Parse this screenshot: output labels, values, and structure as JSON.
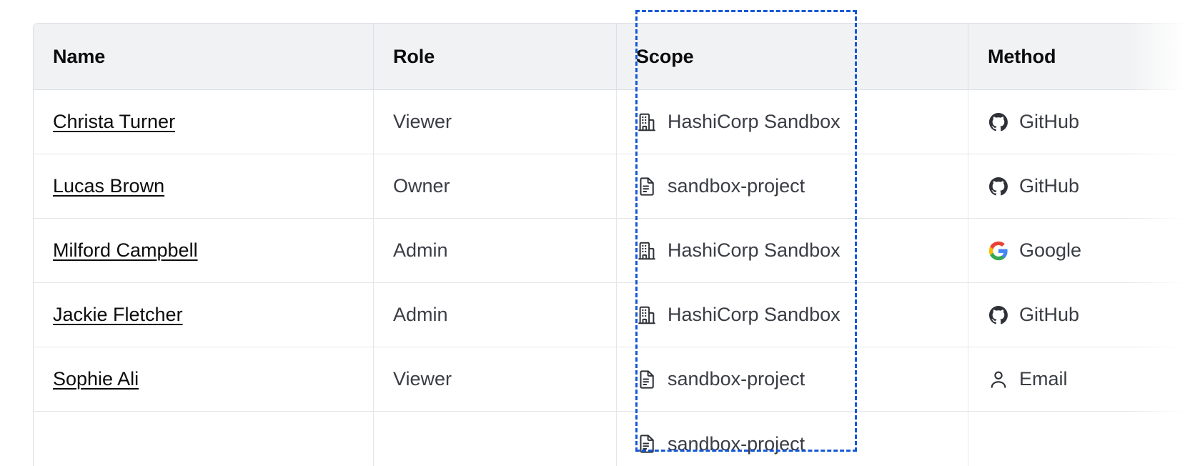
{
  "table": {
    "columns": [
      {
        "key": "name",
        "label": "Name"
      },
      {
        "key": "role",
        "label": "Role"
      },
      {
        "key": "scope",
        "label": "Scope"
      },
      {
        "key": "method",
        "label": "Method"
      }
    ],
    "rows": [
      {
        "name": "Christa Turner",
        "role": "Viewer",
        "scope": "HashiCorp Sandbox",
        "scope_icon": "organization-building-icon",
        "method": "GitHub",
        "method_icon": "github-icon"
      },
      {
        "name": "Lucas Brown",
        "role": "Owner",
        "scope": "sandbox-project",
        "scope_icon": "project-document-icon",
        "method": "GitHub",
        "method_icon": "github-icon"
      },
      {
        "name": "Milford Campbell",
        "role": "Admin",
        "scope": "HashiCorp Sandbox",
        "scope_icon": "organization-building-icon",
        "method": "Google",
        "method_icon": "google-icon"
      },
      {
        "name": "Jackie Fletcher",
        "role": "Admin",
        "scope": "HashiCorp Sandbox",
        "scope_icon": "organization-building-icon",
        "method": "GitHub",
        "method_icon": "github-icon"
      },
      {
        "name": "Sophie Ali",
        "role": "Viewer",
        "scope": "sandbox-project",
        "scope_icon": "project-document-icon",
        "method": "Email",
        "method_icon": "user-person-icon"
      },
      {
        "name": "",
        "role": "",
        "scope": "sandbox-project",
        "scope_icon": "project-document-icon",
        "method": "",
        "method_icon": ""
      }
    ]
  },
  "highlight": {
    "target_column": "Scope",
    "style": "dashed",
    "color": "#1558d6"
  },
  "colors": {
    "header_bg": "#f1f2f3",
    "border": "#dcdfe5",
    "row_border": "#e4e6ea",
    "text_primary": "#0c0c0e",
    "text_secondary": "#3b3d45",
    "highlight": "#1558d6",
    "google_red": "#ea4335",
    "google_yellow": "#fbbc05",
    "google_green": "#34a853",
    "google_blue": "#4285f4",
    "github_dark": "#2f3138"
  }
}
